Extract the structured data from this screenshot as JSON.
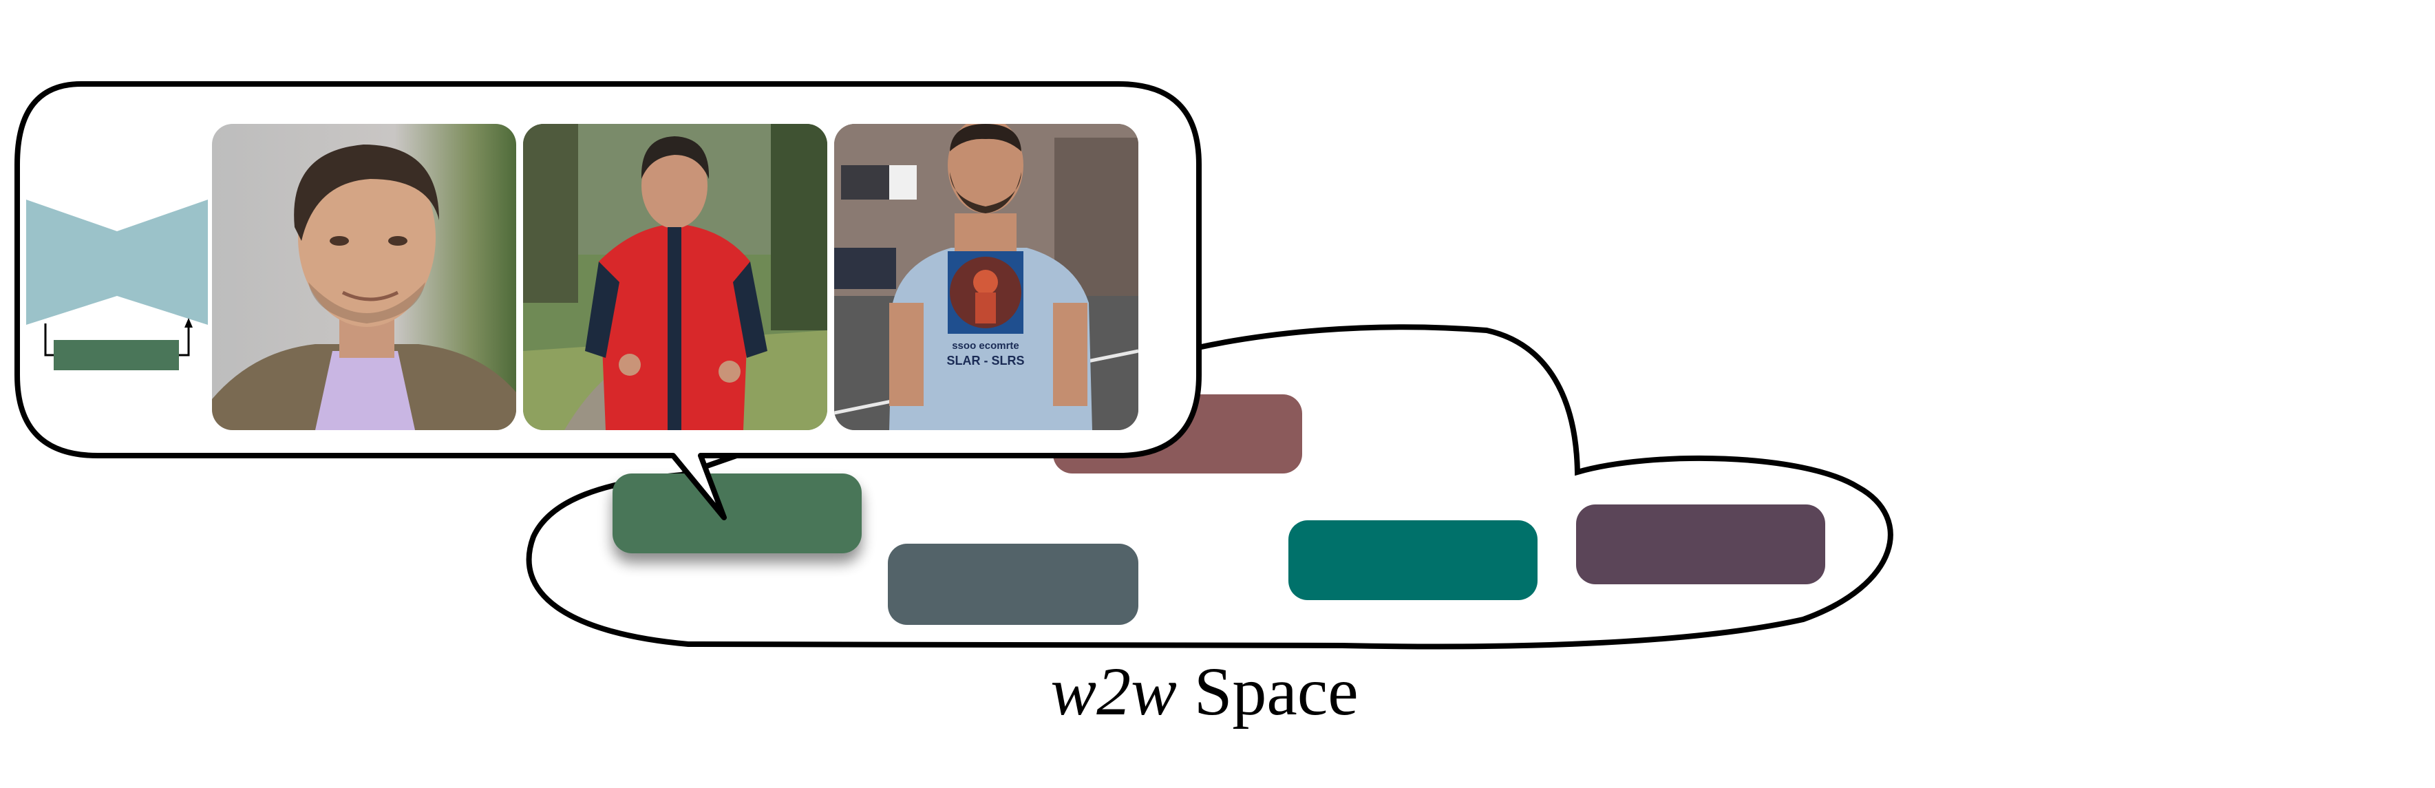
{
  "caption": {
    "italic_part": "w2w",
    "regular_part": " Space"
  },
  "tshirt_print": {
    "line1": "ssoo ecomrte",
    "line2": "SLAR - SLRS"
  },
  "colors": {
    "teal_model": "#9bc2c9",
    "green_weight": "#4a7659",
    "rose_weight": "#8b5a5b",
    "slate_weight": "#536369",
    "teal_weight": "#00716a",
    "plum_weight": "#5b4558",
    "outline": "#000000"
  },
  "icons": {
    "model": "autoencoder-hourglass-icon",
    "arrow": "arrow-up-icon"
  }
}
